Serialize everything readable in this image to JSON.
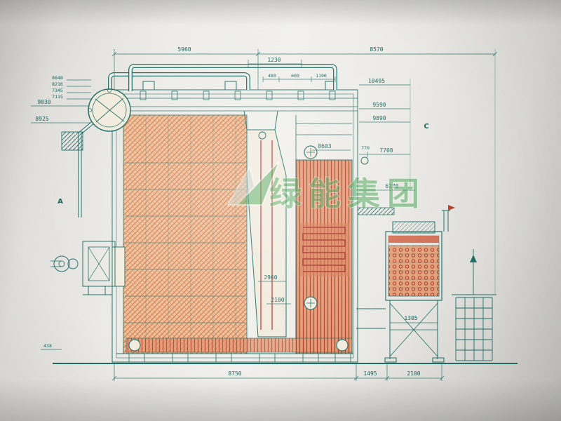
{
  "watermark": {
    "text": "绿能集团"
  },
  "section_labels": {
    "a": "A",
    "c": "C"
  },
  "dimensions": {
    "top_left": "5960",
    "top_right": "8570",
    "top_inner": "1230",
    "top_small_1": "480",
    "top_small_2": "600",
    "top_small_3": "1190",
    "left_1": "9030",
    "left_2": "8925",
    "left_stack_1": "8648",
    "left_stack_2": "8216",
    "left_stack_3": "7345",
    "left_stack_4": "7115",
    "right_1": "10495",
    "right_2": "9590",
    "right_3": "9890",
    "mid_1": "8603",
    "mid_2": "770",
    "mid_3": "7708",
    "mid_4": "6270",
    "center_1": "2960",
    "center_2": "2100",
    "unit_width": "1305",
    "left_bottom": "438",
    "bottom_1": "8750",
    "bottom_2": "1495",
    "bottom_3": "2100"
  },
  "colors": {
    "line_teal": "#1f6e66",
    "hatch_orange": "#d4713f",
    "hatch_red": "#b23c28",
    "watermark_green": "#43a24f",
    "paper": "#efeeea"
  }
}
